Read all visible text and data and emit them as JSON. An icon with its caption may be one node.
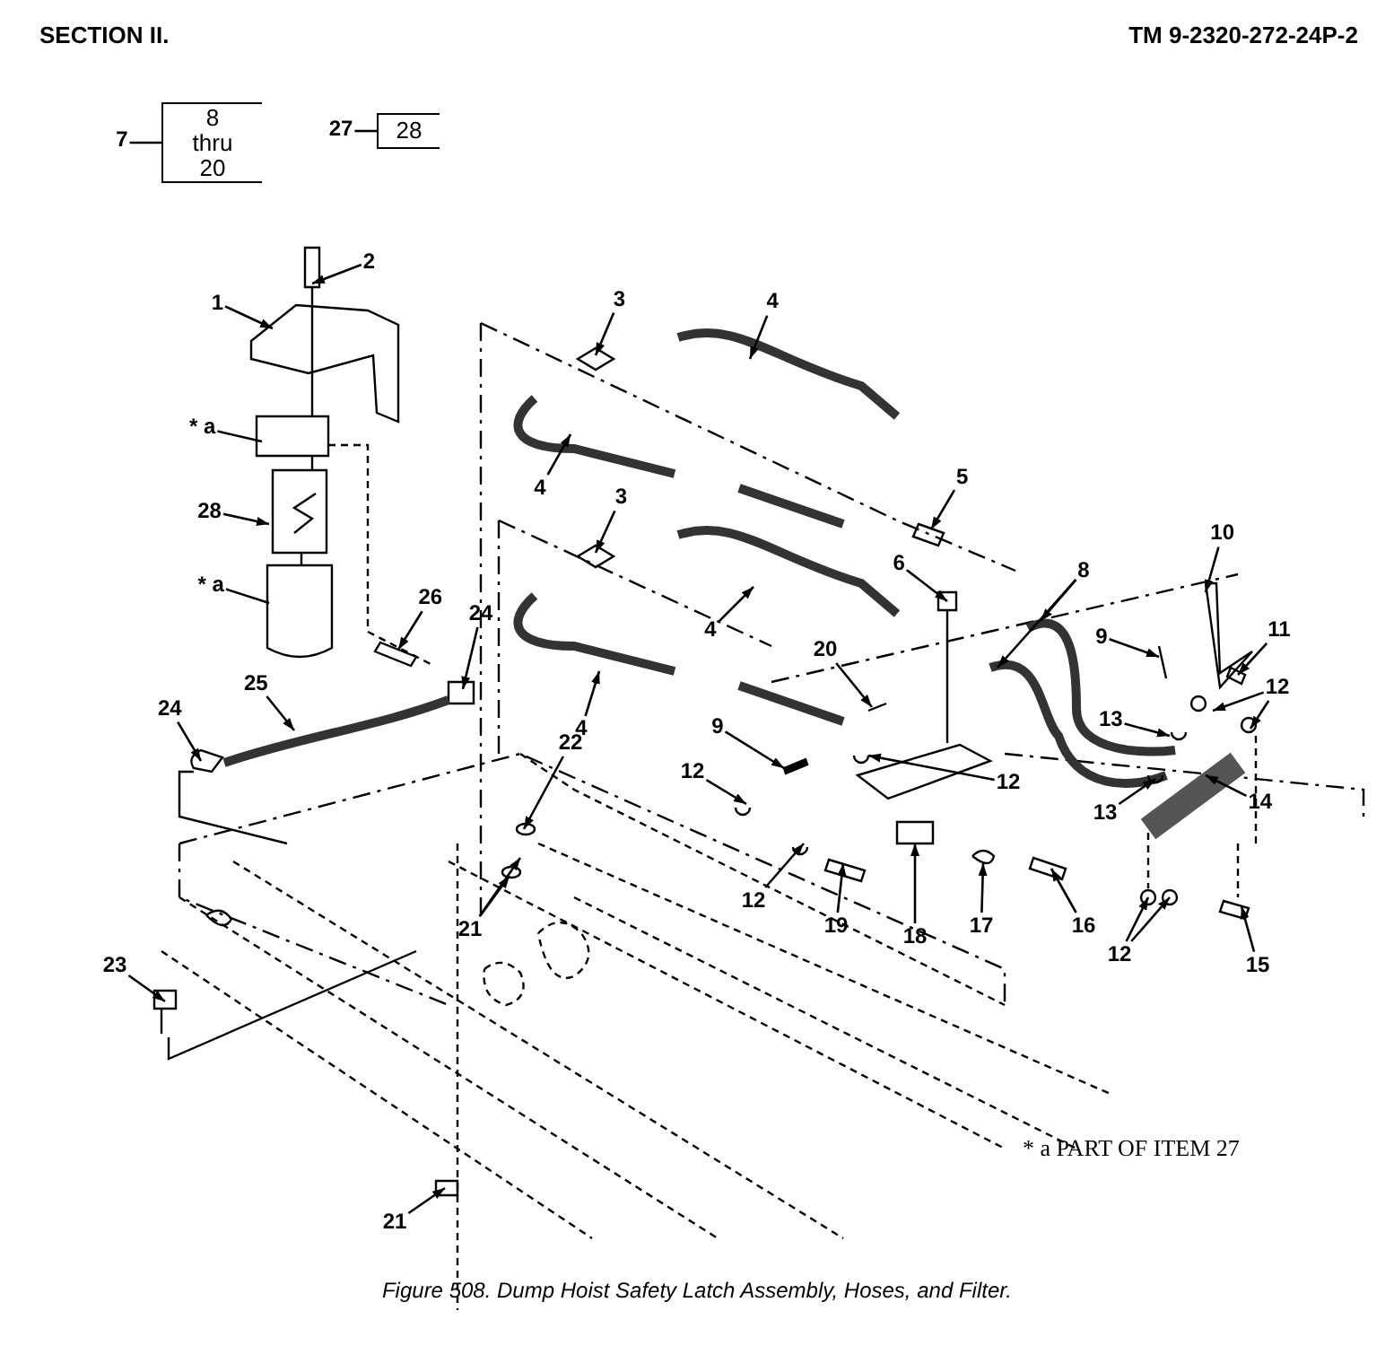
{
  "diagram": {
    "caption": "Figure 508.  Dump Hoist Safety Latch Assembly, Hoses, and Filter.",
    "nodes": [
      {
        "text": [
          "7"
        ]
      },
      {
        "text": [
          "8 thru 20"
        ]
      },
      {
        "text": [
          "27"
        ]
      },
      {
        "text": [
          "28"
        ]
      },
      {
        "text": [
          "2"
        ]
      },
      {
        "text": [
          "1"
        ]
      },
      {
        "text": [
          "* a"
        ]
      },
      {
        "text": [
          "28"
        ]
      },
      {
        "text": [
          "* a"
        ]
      },
      {
        "text": [
          "26"
        ]
      },
      {
        "text": [
          "24"
        ]
      },
      {
        "text": [
          "25"
        ]
      },
      {
        "text": [
          "24"
        ]
      },
      {
        "text": [
          "3"
        ]
      },
      {
        "text": [
          "4"
        ]
      },
      {
        "text": [
          "4"
        ]
      },
      {
        "text": [
          "3"
        ]
      },
      {
        "text": [
          "4"
        ]
      },
      {
        "text": [
          "4"
        ]
      },
      {
        "text": [
          "5"
        ]
      },
      {
        "text": [
          "6"
        ]
      },
      {
        "text": [
          "8"
        ]
      },
      {
        "text": [
          "10"
        ]
      },
      {
        "text": [
          "9"
        ]
      },
      {
        "text": [
          "11"
        ]
      },
      {
        "text": [
          "13"
        ]
      },
      {
        "text": [
          "12"
        ]
      },
      {
        "text": [
          "20"
        ]
      },
      {
        "text": [
          "12"
        ]
      },
      {
        "text": [
          "9"
        ]
      },
      {
        "text": [
          "12"
        ]
      },
      {
        "text": [
          "12"
        ]
      },
      {
        "text": [
          "13"
        ]
      },
      {
        "text": [
          "14"
        ]
      },
      {
        "text": [
          "18"
        ]
      },
      {
        "text": [
          "19"
        ]
      },
      {
        "text": [
          "16"
        ]
      },
      {
        "text": [
          "17"
        ]
      },
      {
        "text": [
          "12"
        ]
      },
      {
        "text": [
          "15"
        ]
      },
      {
        "text": [
          "22"
        ]
      },
      {
        "text": [
          "21"
        ]
      },
      {
        "text": [
          "23"
        ]
      },
      {
        "text": [
          "21"
        ]
      }
    ],
    "edges": [
      {
        "from": 0,
        "to": 1,
        "arrow": "none"
      },
      {
        "from": 2,
        "to": 3,
        "arrow": "none"
      },
      {
        "from": 4,
        "to": null,
        "arrow": "to"
      },
      {
        "from": 5,
        "to": null,
        "arrow": "to"
      },
      {
        "from": 6,
        "to": null,
        "arrow": "none"
      },
      {
        "from": 7,
        "to": null,
        "arrow": "to"
      },
      {
        "from": 8,
        "to": null,
        "arrow": "none"
      },
      {
        "from": 9,
        "to": null,
        "arrow": "to"
      },
      {
        "from": 10,
        "to": null,
        "arrow": "to"
      },
      {
        "from": 11,
        "to": null,
        "arrow": "to"
      },
      {
        "from": 12,
        "to": null,
        "arrow": "to"
      },
      {
        "from": 13,
        "to": null,
        "arrow": "to"
      },
      {
        "from": 14,
        "to": null,
        "arrow": "to"
      },
      {
        "from": 15,
        "to": null,
        "arrow": "to"
      },
      {
        "from": 16,
        "to": null,
        "arrow": "to"
      },
      {
        "from": 17,
        "to": null,
        "arrow": "to"
      },
      {
        "from": 18,
        "to": null,
        "arrow": "to"
      },
      {
        "from": 19,
        "to": null,
        "arrow": "to"
      },
      {
        "from": 20,
        "to": null,
        "arrow": "to"
      },
      {
        "from": 21,
        "to": null,
        "arrow": "to"
      },
      {
        "from": 21,
        "to": null,
        "arrow": "to"
      },
      {
        "from": 22,
        "to": null,
        "arrow": "to"
      },
      {
        "from": 23,
        "to": null,
        "arrow": "to"
      },
      {
        "from": 24,
        "to": null,
        "arrow": "to"
      },
      {
        "from": 25,
        "to": null,
        "arrow": "to"
      },
      {
        "from": 26,
        "to": null,
        "arrow": "to"
      },
      {
        "from": 26,
        "to": null,
        "arrow": "to"
      },
      {
        "from": 27,
        "to": null,
        "arrow": "to"
      },
      {
        "from": 28,
        "to": null,
        "arrow": "to"
      },
      {
        "from": 29,
        "to": null,
        "arrow": "to"
      },
      {
        "from": 30,
        "to": null,
        "arrow": "to"
      },
      {
        "from": 31,
        "to": null,
        "arrow": "to"
      },
      {
        "from": 32,
        "to": null,
        "arrow": "to"
      },
      {
        "from": 33,
        "to": null,
        "arrow": "to"
      },
      {
        "from": 34,
        "to": null,
        "arrow": "to"
      },
      {
        "from": 35,
        "to": null,
        "arrow": "to"
      },
      {
        "from": 36,
        "to": null,
        "arrow": "to"
      },
      {
        "from": 37,
        "to": null,
        "arrow": "to"
      },
      {
        "from": 38,
        "to": null,
        "arrow": "to"
      },
      {
        "from": 38,
        "to": null,
        "arrow": "to"
      },
      {
        "from": 39,
        "to": null,
        "arrow": "to"
      },
      {
        "from": 40,
        "to": null,
        "arrow": "to"
      },
      {
        "from": 41,
        "to": null,
        "arrow": "to"
      },
      {
        "from": 41,
        "to": null,
        "arrow": "to"
      },
      {
        "from": 42,
        "to": null,
        "arrow": "to"
      },
      {
        "from": 43,
        "to": null,
        "arrow": "to"
      }
    ],
    "labels": [
      "SECTION II.",
      "TM 9-2320-272-24P-2",
      "* a PART OF ITEM 27"
    ]
  }
}
